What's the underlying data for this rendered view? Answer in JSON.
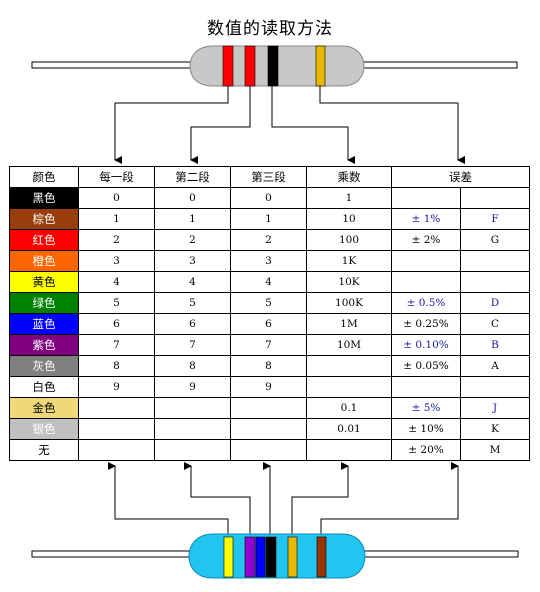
{
  "title": "数值的读取方法",
  "headers": [
    "颜色",
    "每一段",
    "第二段",
    "第三段",
    "乘数",
    "误差"
  ],
  "rows": [
    {
      "name": "黑色",
      "bg": "#000000",
      "fg": "#ffffff",
      "d1": "0",
      "d2": "0",
      "d3": "0",
      "mult": "1",
      "tol": "",
      "code": "",
      "hl": false
    },
    {
      "name": "棕色",
      "bg": "#9a3d0c",
      "fg": "#ffffff",
      "d1": "1",
      "d2": "1",
      "d3": "1",
      "mult": "10",
      "tol": "± 1%",
      "code": "F",
      "hl": true
    },
    {
      "name": "红色",
      "bg": "#ff0000",
      "fg": "#ffffff",
      "d1": "2",
      "d2": "2",
      "d3": "2",
      "mult": "100",
      "tol": "± 2%",
      "code": "G",
      "hl": false
    },
    {
      "name": "橙色",
      "bg": "#ff6600",
      "fg": "#ffffff",
      "d1": "3",
      "d2": "3",
      "d3": "3",
      "mult": "1K",
      "tol": "",
      "code": "",
      "hl": false
    },
    {
      "name": "黄色",
      "bg": "#ffff00",
      "fg": "#000000",
      "d1": "4",
      "d2": "4",
      "d3": "4",
      "mult": "10K",
      "tol": "",
      "code": "",
      "hl": false
    },
    {
      "name": "绿色",
      "bg": "#008000",
      "fg": "#ffffff",
      "d1": "5",
      "d2": "5",
      "d3": "5",
      "mult": "100K",
      "tol": "± 0.5%",
      "code": "D",
      "hl": true
    },
    {
      "name": "蓝色",
      "bg": "#0000ff",
      "fg": "#ffffff",
      "d1": "6",
      "d2": "6",
      "d3": "6",
      "mult": "1M",
      "tol": "± 0.25%",
      "code": "C",
      "hl": false
    },
    {
      "name": "紫色",
      "bg": "#800080",
      "fg": "#ffffff",
      "d1": "7",
      "d2": "7",
      "d3": "7",
      "mult": "10M",
      "tol": "± 0.10%",
      "code": "B",
      "hl": true
    },
    {
      "name": "灰色",
      "bg": "#808080",
      "fg": "#ffffff",
      "d1": "8",
      "d2": "8",
      "d3": "8",
      "mult": "",
      "tol": "± 0.05%",
      "code": "A",
      "hl": false
    },
    {
      "name": "白色",
      "bg": "#ffffff",
      "fg": "#000000",
      "d1": "9",
      "d2": "9",
      "d3": "9",
      "mult": "",
      "tol": "",
      "code": "",
      "hl": false
    },
    {
      "name": "金色",
      "bg": "#f0d878",
      "fg": "#000000",
      "d1": "",
      "d2": "",
      "d3": "",
      "mult": "0.1",
      "tol": "± 5%",
      "code": "J",
      "hl": true
    },
    {
      "name": "银色",
      "bg": "#c0c0c0",
      "fg": "#ffffff",
      "d1": "",
      "d2": "",
      "d3": "",
      "mult": "0.01",
      "tol": "± 10%",
      "code": "K",
      "hl": false
    },
    {
      "name": "无",
      "bg": "#ffffff",
      "fg": "#000000",
      "d1": "",
      "d2": "",
      "d3": "",
      "mult": "",
      "tol": "± 20%",
      "code": "M",
      "hl": false
    }
  ],
  "colors": {
    "top_resistor_body": "#c8c8c8",
    "bottom_resistor_body": "#22c4f0",
    "top_bands": [
      "red",
      "red",
      "black",
      "gold"
    ],
    "bottom_bands": [
      "yellow",
      "violet",
      "blue",
      "black",
      "gold",
      "brown"
    ],
    "band_hex": {
      "red": "#ff0000",
      "black": "#000000",
      "gold": "#e8b800",
      "yellow": "#ffff00",
      "violet": "#9400d3",
      "blue": "#0000ff",
      "brown": "#993300"
    }
  }
}
